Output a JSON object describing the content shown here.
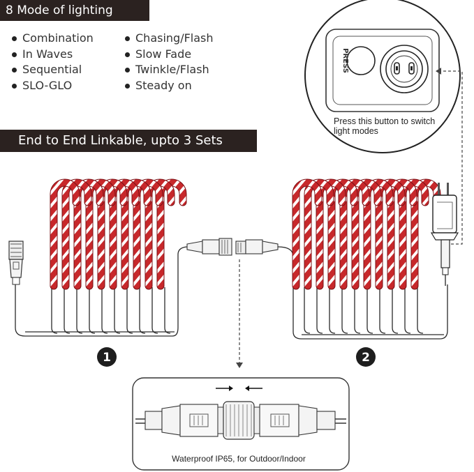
{
  "modes_heading": "8 Mode of lighting",
  "modes_left": [
    "Combination",
    "In Waves",
    "Sequential",
    "SLO-GLO"
  ],
  "modes_right": [
    "Chasing/Flash",
    "Slow Fade",
    "Twinkle/Flash",
    "Steady on"
  ],
  "link_heading": "End to End Linkable, upto 3 Sets",
  "controller": {
    "button_label": "PRESS",
    "caption": "Press this button to switch light modes"
  },
  "set_numbers": [
    "1",
    "2"
  ],
  "connector_caption": "Waterproof IP65, for Outdoor/Indoor",
  "colors": {
    "cane_red": "#c7282b",
    "stripe_white": "#ffffff",
    "banner": "#2b2220",
    "wire": "#2a2a2a"
  },
  "icons": [
    "candy-cane-icon",
    "power-plug-icon",
    "connector-icon",
    "arrow-right-icon",
    "arrow-left-icon"
  ]
}
